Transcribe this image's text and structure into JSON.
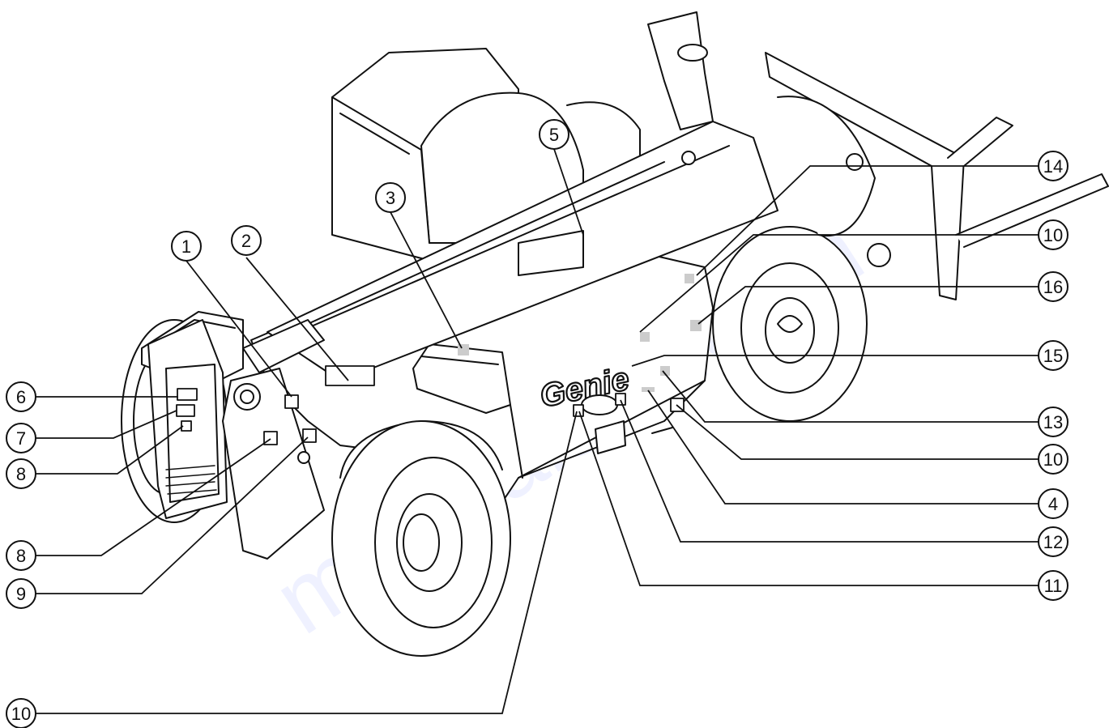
{
  "figure": {
    "brand_mark": "Genie",
    "watermark": "manualslib.com",
    "callouts": [
      {
        "label": "1"
      },
      {
        "label": "2"
      },
      {
        "label": "3"
      },
      {
        "label": "5"
      },
      {
        "label": "14"
      },
      {
        "label": "10"
      },
      {
        "label": "16"
      },
      {
        "label": "15"
      },
      {
        "label": "13"
      },
      {
        "label": "10"
      },
      {
        "label": "4"
      },
      {
        "label": "12"
      },
      {
        "label": "11"
      },
      {
        "label": "6"
      },
      {
        "label": "7"
      },
      {
        "label": "8"
      },
      {
        "label": "8"
      },
      {
        "label": "9"
      },
      {
        "label": "10"
      }
    ]
  }
}
